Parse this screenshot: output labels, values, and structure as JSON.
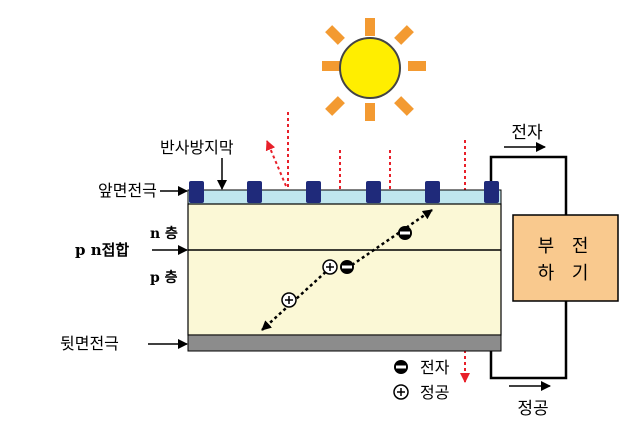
{
  "labels": {
    "antireflection": "반사방지막",
    "front_electrode": "앞면전극",
    "n_layer": "n 층",
    "pn_junction": "p n접합",
    "p_layer": "p 층",
    "back_electrode": "뒷면전극",
    "electron_top": "전자",
    "hole_bottom": "정공",
    "load": [
      "부 전",
      "하 기"
    ],
    "legend_electron": "전자",
    "legend_hole": "정공"
  },
  "colors": {
    "sun_fill": "#ffee00",
    "sun_stroke": "#444444",
    "rays": "#f39a31",
    "light_arrows": "#e8202a",
    "front_electrode": "#1f2a7a",
    "antireflection_film": "#bfe6ee",
    "cell_body": "#fbf8d6",
    "back_electrode": "#8c8c8c",
    "load_box": "#f9c98e"
  },
  "icons": {
    "sun": "sun-icon",
    "electron": "electron-minus-icon",
    "hole": "hole-plus-icon"
  }
}
